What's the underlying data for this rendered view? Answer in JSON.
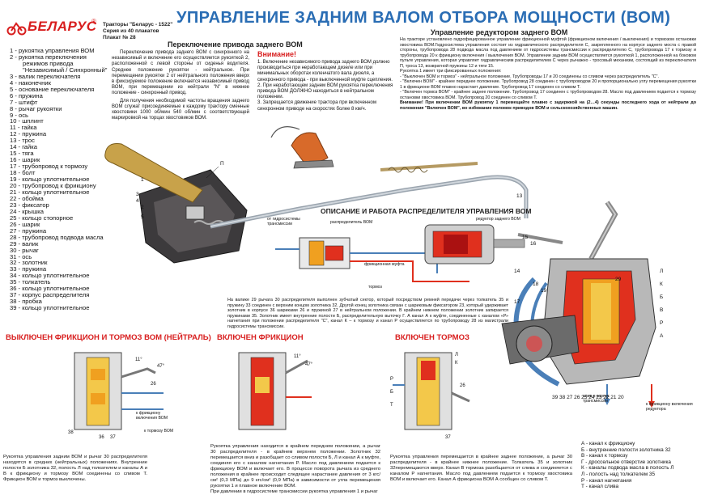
{
  "header": {
    "brand": "БЕЛАРУС",
    "series_line1": "Тракторы \"Беларус - 1522\"",
    "series_line2": "Серия из 40 плакатов",
    "series_line3": "Плакат № 28",
    "title": "УПРАВЛЕНИЕ ЗАДНИМ ВАЛОМ ОТБОРА МОЩНОСТИ (ВОМ)"
  },
  "parts": [
    "1 - рукоятка управления ВОМ",
    "2 - рукоятка переключения",
    "режимов привода",
    "\"Независимый / Синхронный\"",
    "3 - валик переключателя",
    "4 - наконечник",
    "5 - основание переключателя",
    "6 - пружина",
    "7 - штифт",
    "8 - рычаг рукоятки",
    "9 - ось",
    "10 - шплинт",
    "11 - гайка",
    "12 - пружина",
    "13 - трос",
    "14 - гайка",
    "15 - тяга",
    "16 - шарик",
    "17 - трубопровод к тормозу",
    "18 - болт",
    "19 - кольцо уплотнительное",
    "20 - трубопровод к фрикциону",
    "21 - кольцо уплотнительное",
    "22 - обойма",
    "23 - фиксатор",
    "24 - крышка",
    "25 - кольцо стопорное",
    "26 - шарик",
    "27 - пружина",
    "28 - трубопровод подвода масла",
    "29 - валик",
    "30 - рычаг",
    "31 - ось",
    "32 - золотник",
    "33 - пружина",
    "34 - кольцо уплотнительное",
    "35 - толкатель",
    "36 - кольцо уплотнительное",
    "37 - корпус распределителя",
    "38 - пробка",
    "39 - кольцо уплотнительное"
  ],
  "switching": {
    "heading": "Переключение привода заднего ВОМ",
    "p1": "Переключение привода заднего ВОМ с синхронного на независимый и включение его осуществляется рукояткой 2, расположенной с левой стороны от сиденья водителя. Среднее положение рукоятки - нейтральное. При перемещении рукоятки 2 от нейтрального положения вверх в фиксируемое положение включается независимый привод ВОМ, при перемещении из нейтрали \"N\" в нижнее положение - синхронный привод.",
    "p2": "Для получения необходимой частоты вращения заднего ВОМ служат присоединяемые к каждому трактору сменные хвостовики 1000 об/мин 540 об/мин с соответствующей маркировкой на торцах хвостовиков ВОМ."
  },
  "attention": {
    "heading": "Внимание!",
    "p1": "1. Включение независимого привода заднего ВОМ должно производиться при неработающем дизеле или при минимальных оборотах коленчатого вала дизеля, а синхронного привода - при выключенной муфте сцепления.",
    "p2": "2. При неработающем заднем ВОМ рукоятка переключения привода ВОМ ДОЛЖНО находиться в нейтральном положении.",
    "p3": "3. Запрещается движение трактора при включенном синхронном приводе на скоростях более 8 км/ч."
  },
  "reductor": {
    "heading": "Управление редуктором заднего ВОМ",
    "p1": "На тракторе установлено гидрофицированное управление фрикционной муфтой (фрикционом включения / выключения) и тормозом остановки хвостовика ВОМ.Гидросистема управления состоит из гидравлического распределителя С, закрепленного на корпусе заднего моста с правой стороны, трубопровода 28 подвода масла под давлением от гидросистемы трансмиссии к распределителю С, трубопровода 17 к тормозу и трубопровода 20 к фрикциону включения / выключения ВОМ. Управление задним ВОМ осуществляется рукояткой 1, расположенной на боковом пульте управления, которая управляет гидравлическим распределителем С через рычажно - тросовый механизм, состоящий из переключателя П, троса 13, возвратной пружины 12 и тяги 15.",
    "p2": "Рукоятка 1 имеет три фиксированных положения:",
    "p3": "- \"Выключен ВОМ и тормоз\" - нейтральное положение. Трубопроводы 17 и 20 соединены со сливом через распределитель \"С\".",
    "p4": "- \"Включен ВОМ\" - крайнее переднее положение. Трубопровод 28 соединен с трубопроводом 20 и пропорционально углу перемещения рукоятки 1 в фрикционе ВОМ плавно нарастает давление. Трубопровод 17 соединен со сливом Т.",
    "p5": "- \"Включен тормоз ВОМ\" - крайнее заднее положение. Трубопровод 17 соединен с трубопроводом 28. Масло под давлением подается к тормозу остановки хвостовика ВОМ. Трубопровод 20 соединен со сливом Т.",
    "p6": "Внимание! При включении ВОМ рукоятку 1 перемещайте плавно с задержкой на (2…4) секунды последнего хода от нейтрали до положения \"Включен ВОМ\", во избежание поломок приводов ВОМ и сельскохозяйственных машин."
  },
  "distributor": {
    "heading": "ОПИСАНИЕ И РАБОТА РАСПРЕДЕЛИТЕЛЯ УПРАВЛЕНИЯ ВОМ",
    "lbl_from": "от гидросистемы трансмиссии",
    "lbl_dist": "распределитель ВОМ",
    "lbl_reductor": "редуктор заднего ВОМ",
    "lbl_fric": "фрикционная муфта",
    "lbl_brake": "тормоз",
    "text": "На валике 29 рычага 30 распределителя выполнен зубчатый сектор, который посредством ремней передачи через толкатель 35 и пружину 33 соединен с верхним концом золотника 32. Другой конец золотника связан с шариковым фиксатором 23, который удерживает золотник в корпусе 36 шариками 26 и пружиной 27 в нейтральном положении. В крайнем нижнем положении золотник запирается пружинами 35. Золотник имеет внутренние полости Б, распределительную выточку Г. А канал А к муфте, соединенные с каналом «Р» нагнетания при положении распределителя \"С\", канал К – к тормозу и канал Р осуществляется по трубопроводу 28 из магистрали гидросистемы трансмиссии."
  },
  "modes": [
    {
      "title": "ВЫКЛЮЧЕН ФРИКЦИОН И ТОРМОЗ ВОМ (НЕЙТРАЛЬ)",
      "text": "Рукоятка управления задним ВОМ и рычаг 30 распределителя находятся в средних (нейтральных) положениях. Внутренние полости Б золотника 32, полость Л над толкателем и каналы А и В к фрикциону и тормозу ВОМ соединены со сливом Т. Фрикцион ВОМ и тормоз выключены.",
      "lbl_fric": "к фрикциону включения ВОМ",
      "lbl_brake": "к тормозу ВОМ"
    },
    {
      "title": "ВКЛЮЧЕН ФРИКЦИОН",
      "text": "Рукоятка управления находится в крайнем переднем положении, а рычаг 30 распределителя - в крайнем верхнем положении. Золотник 32 перемещается вниз и разобщает со сливом полости Б, Л и канал А к муфте, соединяя его с каналом нагнетания Р. Масло под давлением подается к фрикциону ВОМ и включает его. В процессе поворота рычага из среднего положения в крайнее происходит следящее нарастание давления от 3 кгс/см² (0,3 МПа) до 9 кгс/см² (0,9 МПа) в зависимости от угла перемещения рукоятки 1 и плавное включение ВОМ.",
      "text_cut": "При давлении в гидросистеме трансмиссии рукоятка управления 1 и рычаг"
    },
    {
      "title": "ВКЛЮЧЕН ТОРМОЗ",
      "text": "Рукоятка управления перемещается в крайнее заднее положение, а рычаг 30 распределителя - в крайнее нижнее положение. Толкатель 35 и золотник 32перемещаются вверх. Канал В тормоза разобщается от слива и соединяется с каналом Р нагнетания. Масло под давлением подается к тормозу хвостовика ВОМ и включает его. Канал А фрикциона ВОМ А сообщен со сливом Т."
    }
  ],
  "channels": [
    "А - канал к фрикциону",
    "Б - внутренние полости золотника 32",
    "В - канал к тормозу",
    "Г - дроссельное отверстие золотника",
    "К - каналы подвода масла в полость Л",
    "Л - полость над толкателем 35",
    "Р - канал нагнетания",
    "Т - канал слива"
  ],
  "assembly": {
    "lbl_drain": "слив в корпус трансмиссии",
    "lbl_fric": "к фрикциону включения редуктора"
  },
  "callouts": {
    "P": "П",
    "n1": "1",
    "n2": "2",
    "n3": "3",
    "n4": "4",
    "n5": "5",
    "n13": "13",
    "n15": "15",
    "n16": "16",
    "n14": "14",
    "n17": "17",
    "n18": "18",
    "n19": "19",
    "n20": "20",
    "n28": "28",
    "n29": "29",
    "L": "Л",
    "K": "К",
    "B": "Б",
    "V": "В",
    "R": "Р",
    "T": "Т",
    "A": "А",
    "n36": "36",
    "n37": "37",
    "n38": "38",
    "n39": "39",
    "n26": "26",
    "n11": "11°",
    "n47": "47°",
    "row": "39 38 27 26 25 24 23 22 21 20"
  },
  "colors": {
    "title_blue": "#2a6db4",
    "red_text": "#d81e1e",
    "oil_red": "#e0301e",
    "oil_orange": "#f0a020",
    "oil_yellow": "#f3c84a",
    "tube_blue": "#4a7fb8",
    "handle": "#c8a24a",
    "dark_metal": "#3c3a3c"
  }
}
